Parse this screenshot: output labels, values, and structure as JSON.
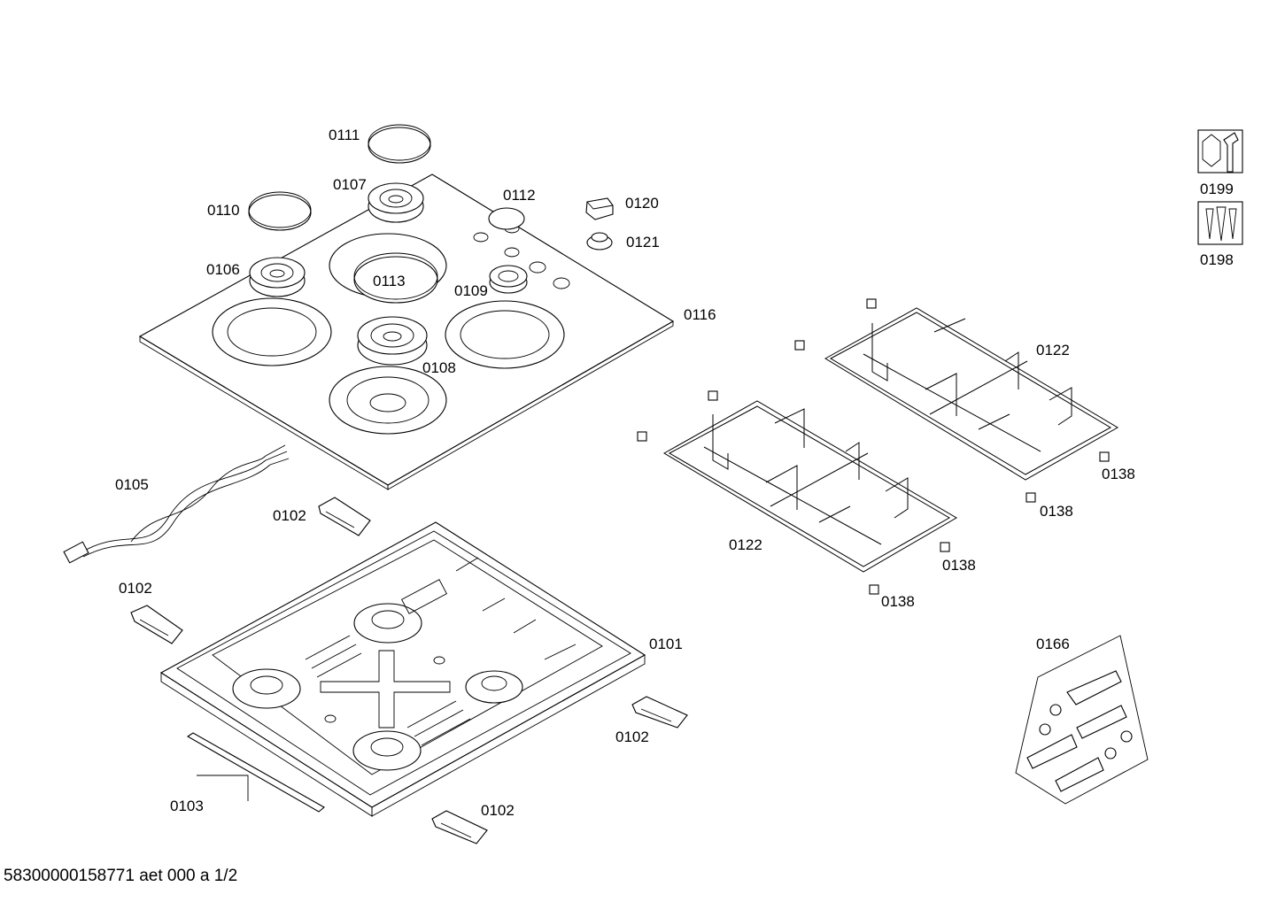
{
  "labels": {
    "p0101": "0101",
    "p0102a": "0102",
    "p0102b": "0102",
    "p0102c": "0102",
    "p0102d": "0102",
    "p0103": "0103",
    "p0105": "0105",
    "p0106": "0106",
    "p0107": "0107",
    "p0108": "0108",
    "p0109": "0109",
    "p0110": "0110",
    "p0111": "0111",
    "p0112": "0112",
    "p0113": "0113",
    "p0116": "0116",
    "p0120": "0120",
    "p0121": "0121",
    "p0122a": "0122",
    "p0122b": "0122",
    "p0138a": "0138",
    "p0138b": "0138",
    "p0138c": "0138",
    "p0138d": "0138",
    "p0166": "0166",
    "p0198": "0198",
    "p0199": "0199"
  },
  "icons": {
    "p0199": "wrench-nut-icon",
    "p0198": "screws-icon"
  },
  "footer": "58300000158771 aet 000 a 1/2"
}
